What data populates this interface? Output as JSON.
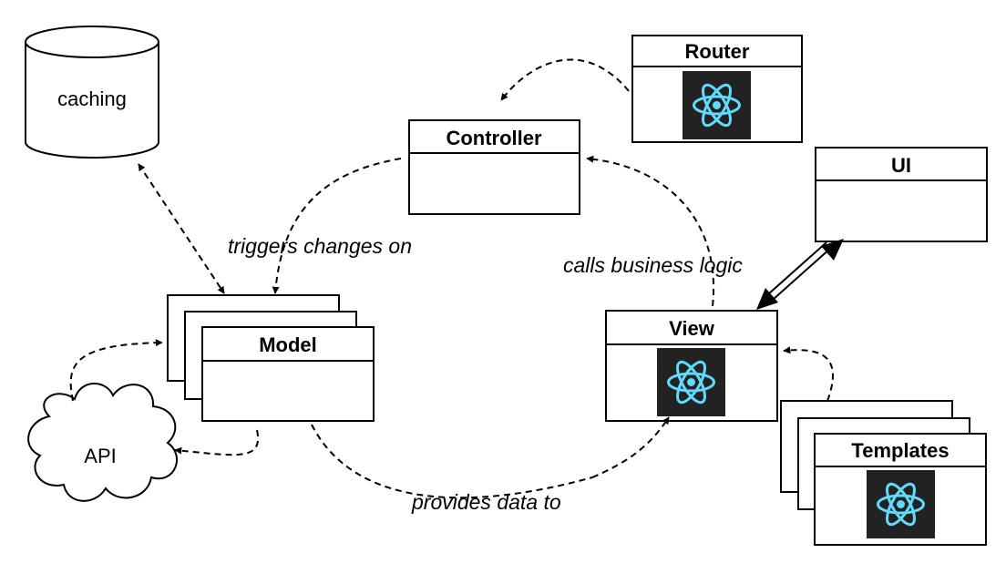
{
  "nodes": {
    "caching": "caching",
    "api": "API",
    "model": "Model",
    "controller": "Controller",
    "router": "Router",
    "ui": "UI",
    "view": "View",
    "templates": "Templates"
  },
  "edges": {
    "triggers": "triggers changes on",
    "calls": "calls business logic",
    "provides": "provides data to"
  },
  "icons": {
    "framework_logo": "react-atom-icon",
    "logo_bg": "#222222",
    "logo_color": "#61dafb"
  }
}
